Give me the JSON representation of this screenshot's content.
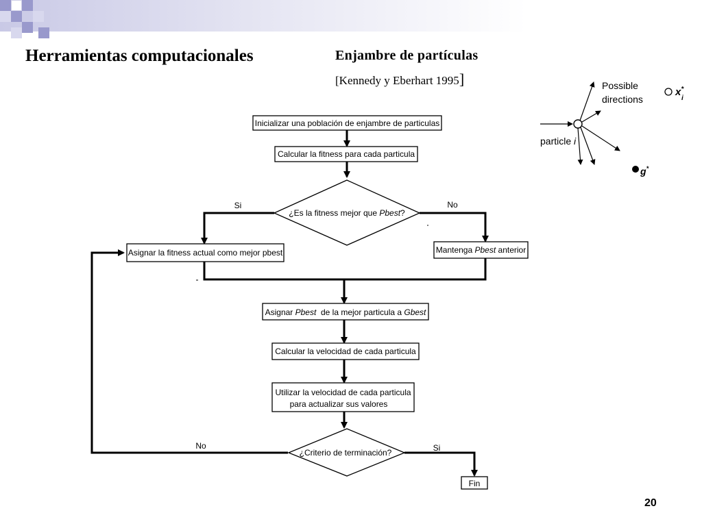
{
  "slide": {
    "title": "Herramientas computacionales",
    "page_number": "20"
  },
  "pso": {
    "title": "Enjambre de partículas",
    "citation": "[Kennedy y Eberhart 1995",
    "citation_close": "]"
  },
  "flowchart": {
    "init": "Inicializar una población de enjambre de particulas",
    "fitness": "Calcular la fitness para cada particula",
    "decision1": {
      "pre": "¿Es la fitness mejor que ",
      "italic": "Pbest",
      "post": "?"
    },
    "yes1": "Si",
    "no1": "No",
    "assign_pbest": "Asignar la fitness actual como mejor pbest",
    "keep_pbest": {
      "pre": "Mantenga ",
      "italic": "Pbest",
      "post": " anterior"
    },
    "assign_gbest": {
      "pre": "Asignar ",
      "italic1": "Pbest",
      "mid": "  de la mejor particula a ",
      "italic2": "Gbest"
    },
    "velocity": "Calcular la velocidad de cada particula",
    "update_line1": "Utilizar la velocidad de cada particula",
    "update_line2": "para actualizar sus valores",
    "decision2": "¿Criterio de terminación?",
    "no2": "No",
    "yes2": "Si",
    "end": "Fin"
  },
  "particle_diagram": {
    "possible": "Possible",
    "directions": "directions",
    "particle": "particle ",
    "particle_i": "i",
    "xstar_base": "x",
    "xstar_sup": "*",
    "xstar_sub": "i",
    "gstar_base": "g",
    "gstar_sup": "*"
  }
}
